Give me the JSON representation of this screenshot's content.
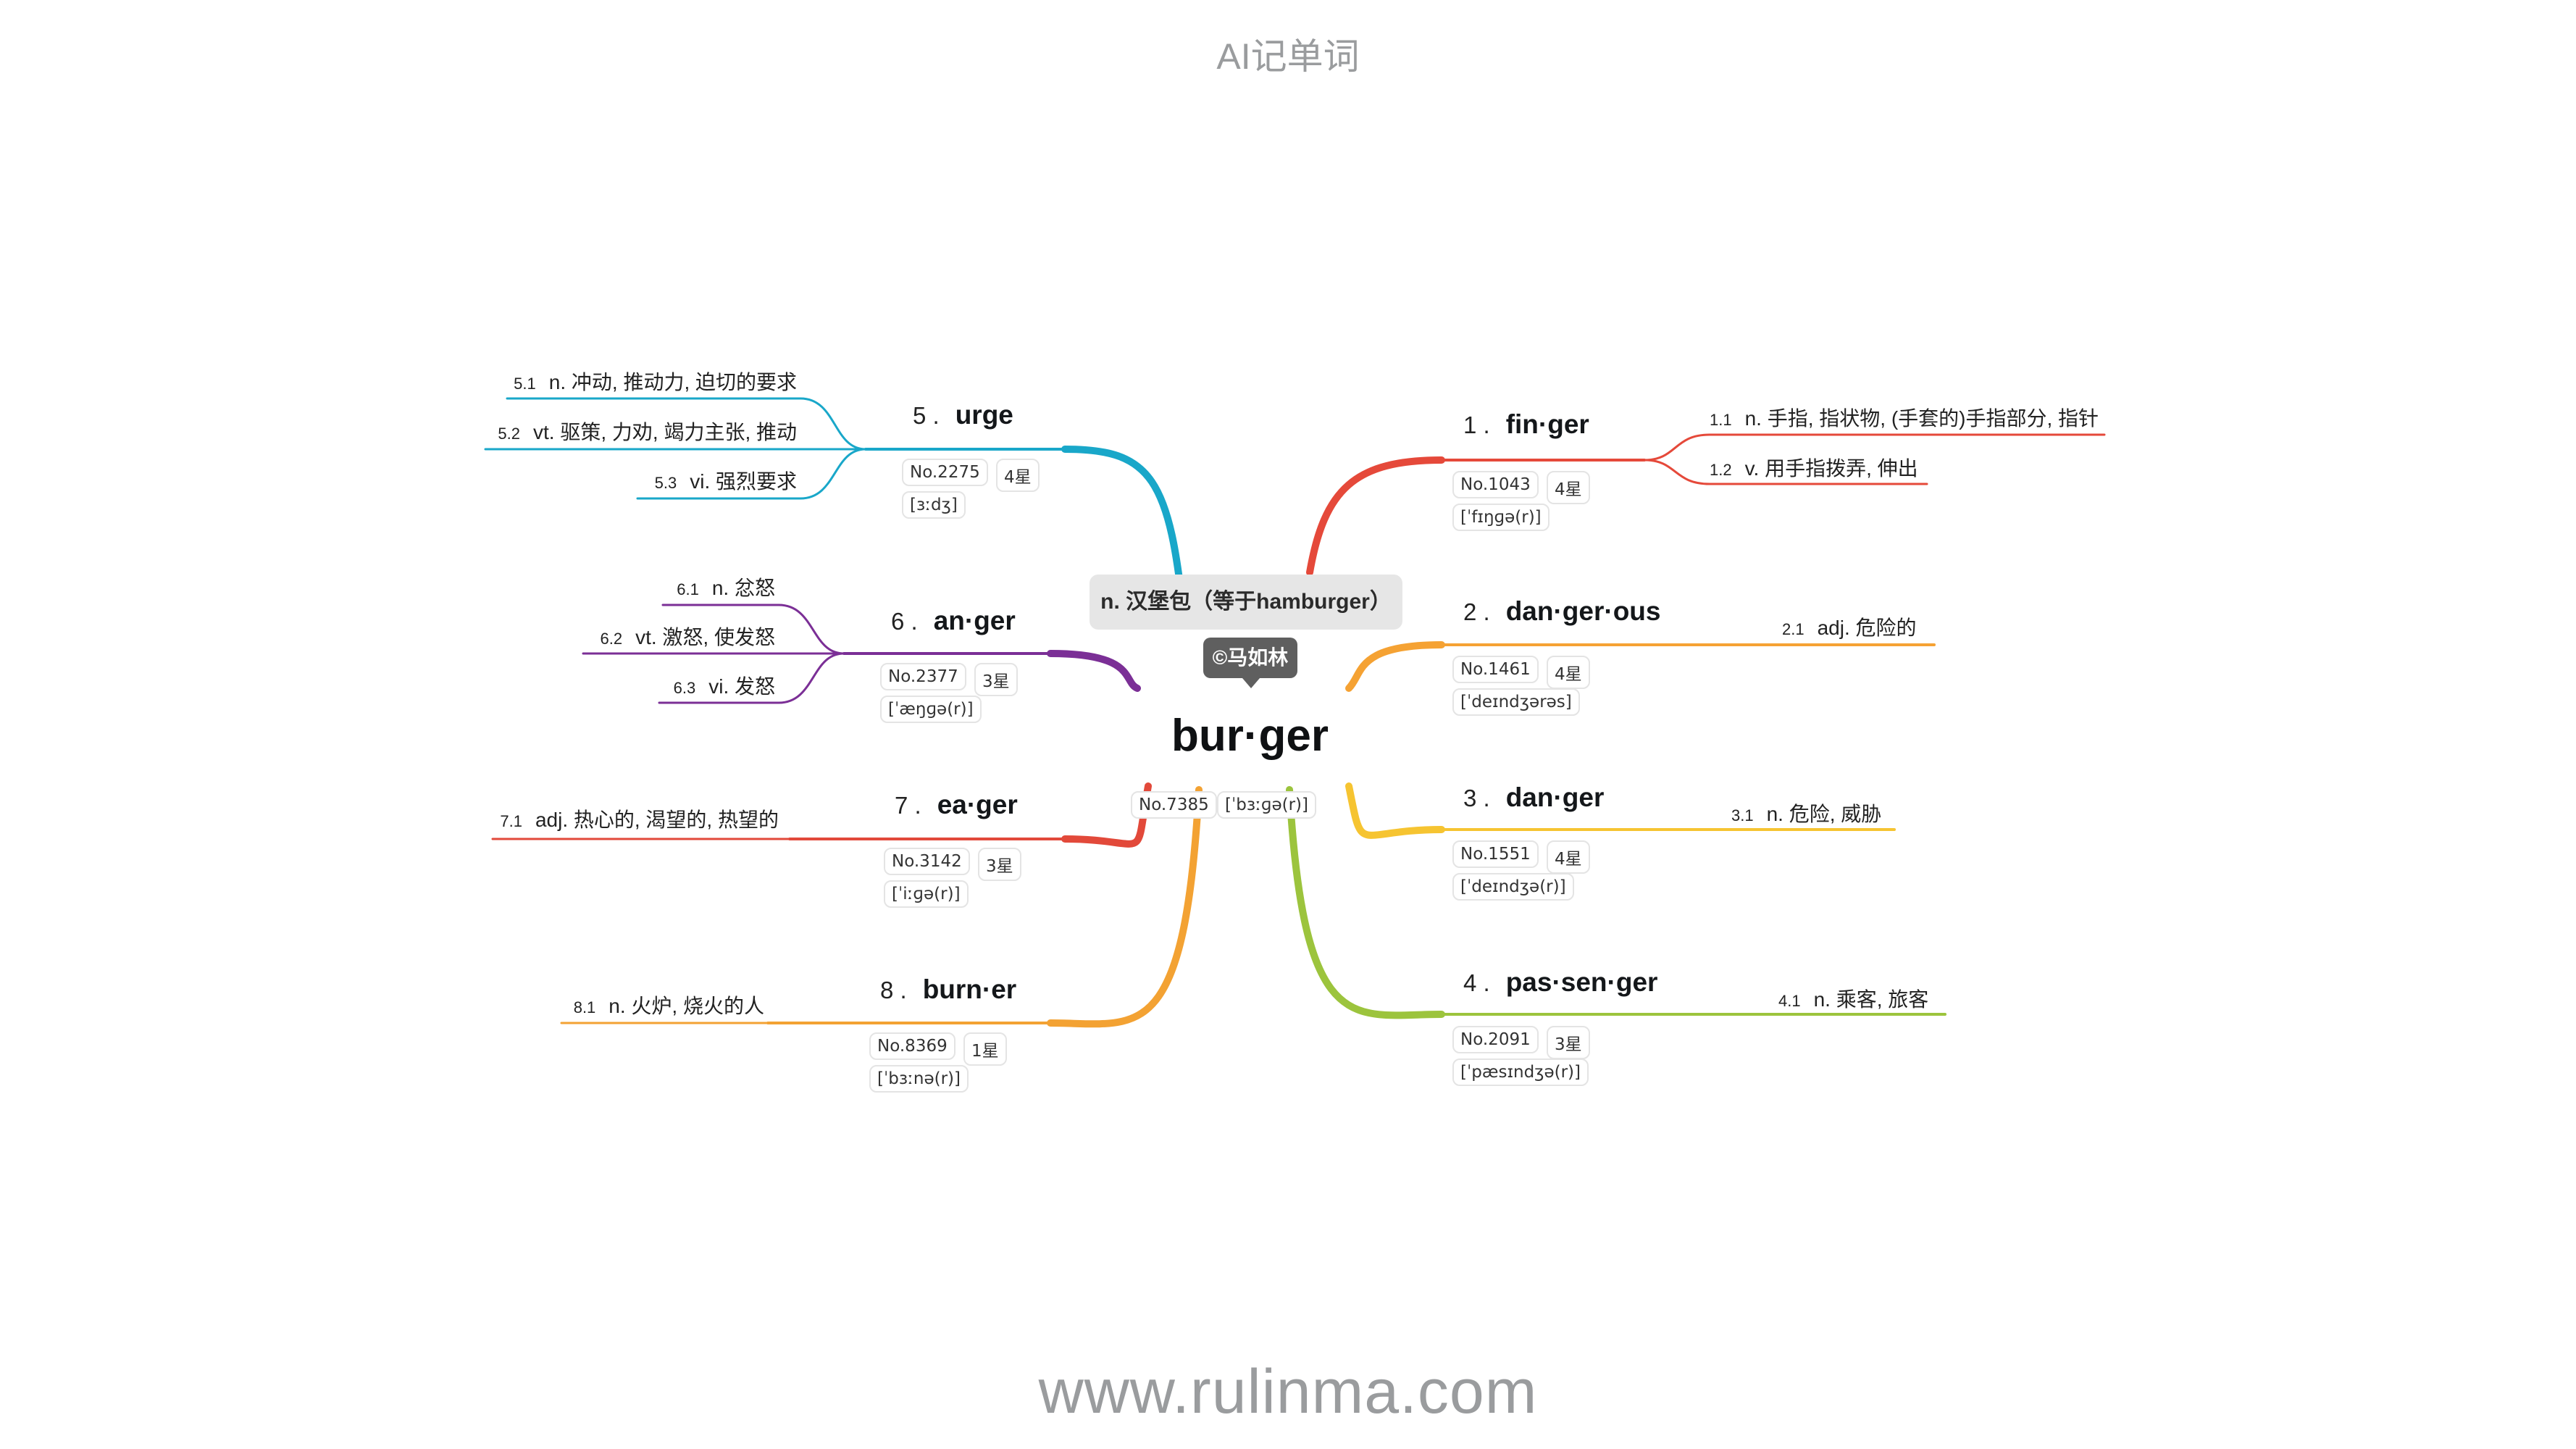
{
  "header": "AI记单词",
  "footer": "www.rulinma.com",
  "central": {
    "word": "bur·ger",
    "meaning": "n. 汉堡包（等于hamburger）",
    "copyright": "©马如林",
    "no": "No.7385",
    "phonetic": "[ˈbɜːɡə(r)]"
  },
  "branches": [
    {
      "num": "1 .",
      "word": "fin·ger",
      "no": "No.1043",
      "stars": "4星",
      "phonetic": "[ˈfɪŋɡə(r)]",
      "color": "#e5493a",
      "defs": [
        {
          "k": "1.1",
          "text": "n. 手指, 指状物, (手套的)手指部分, 指针"
        },
        {
          "k": "1.2",
          "text": "v. 用手指拨弄, 伸出"
        }
      ]
    },
    {
      "num": "2 .",
      "word": "dan·ger·ous",
      "no": "No.1461",
      "stars": "4星",
      "phonetic": "[ˈdeɪndʒərəs]",
      "color": "#f5a233",
      "defs": [
        {
          "k": "2.1",
          "text": "adj. 危险的"
        }
      ]
    },
    {
      "num": "3 .",
      "word": "dan·ger",
      "no": "No.1551",
      "stars": "4星",
      "phonetic": "[ˈdeɪndʒə(r)]",
      "color": "#f6c431",
      "defs": [
        {
          "k": "3.1",
          "text": "n. 危险, 威胁"
        }
      ]
    },
    {
      "num": "4 .",
      "word": "pas·sen·ger",
      "no": "No.2091",
      "stars": "3星",
      "phonetic": "[ˈpæsɪndʒə(r)]",
      "color": "#9cc43d",
      "defs": [
        {
          "k": "4.1",
          "text": "n. 乘客, 旅客"
        }
      ]
    },
    {
      "num": "5 .",
      "word": "urge",
      "no": "No.2275",
      "stars": "4星",
      "phonetic": "[ɜːdʒ]",
      "color": "#19a7c9",
      "defs": [
        {
          "k": "5.1",
          "text": "n. 冲动, 推动力, 迫切的要求"
        },
        {
          "k": "5.2",
          "text": "vt. 驱策, 力劝, 竭力主张, 推动"
        },
        {
          "k": "5.3",
          "text": "vi. 强烈要求"
        }
      ]
    },
    {
      "num": "6 .",
      "word": "an·ger",
      "no": "No.2377",
      "stars": "3星",
      "phonetic": "[ˈæŋɡə(r)]",
      "color": "#7b2f96",
      "defs": [
        {
          "k": "6.1",
          "text": "n. 忿怒"
        },
        {
          "k": "6.2",
          "text": "vt. 激怒, 使发怒"
        },
        {
          "k": "6.3",
          "text": "vi. 发怒"
        }
      ]
    },
    {
      "num": "7 .",
      "word": "ea·ger",
      "no": "No.3142",
      "stars": "3星",
      "phonetic": "[ˈiːɡə(r)]",
      "color": "#e2493a",
      "defs": [
        {
          "k": "7.1",
          "text": "adj. 热心的, 渴望的, 热望的"
        }
      ]
    },
    {
      "num": "8 .",
      "word": "burn·er",
      "no": "No.8369",
      "stars": "1星",
      "phonetic": "[ˈbɜːnə(r)]",
      "color": "#f3a233",
      "defs": [
        {
          "k": "8.1",
          "text": "n. 火炉, 烧火的人"
        }
      ]
    }
  ]
}
